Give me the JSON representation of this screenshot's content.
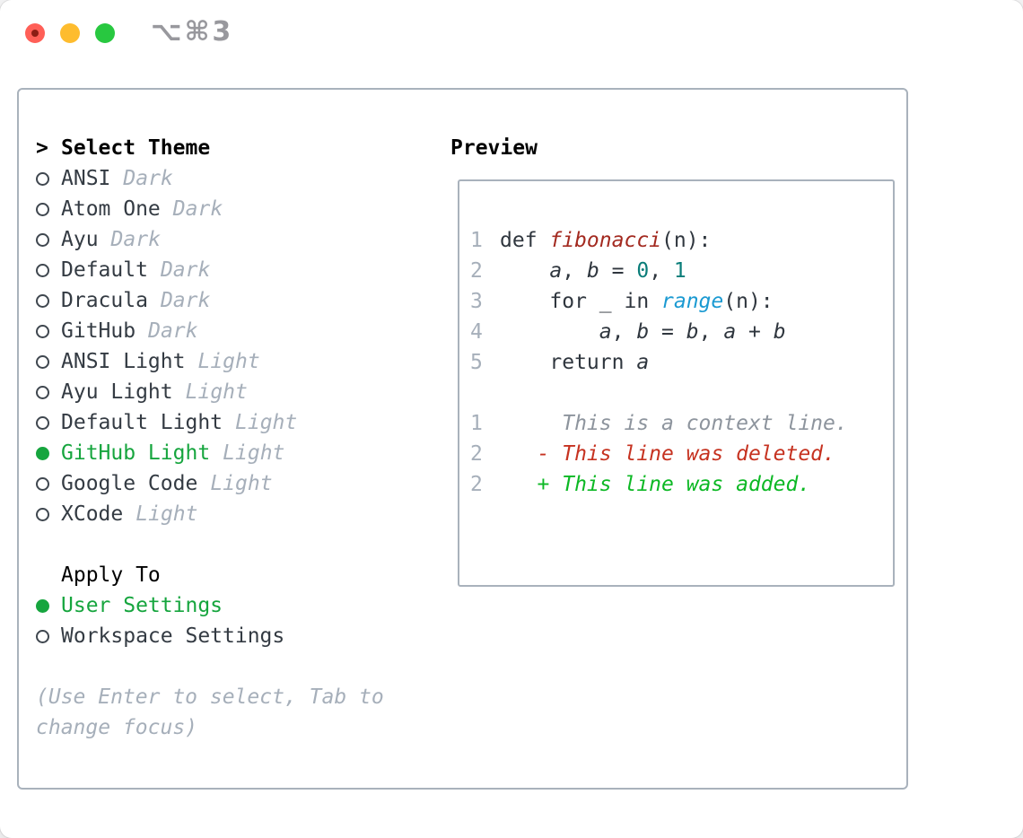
{
  "window": {
    "title": "⌥⌘3"
  },
  "theme_panel": {
    "header": {
      "prompt": ">",
      "label": "Select Theme"
    },
    "themes": [
      {
        "name": "ANSI",
        "variant": "Dark",
        "selected": false
      },
      {
        "name": "Atom One",
        "variant": "Dark",
        "selected": false
      },
      {
        "name": "Ayu",
        "variant": "Dark",
        "selected": false
      },
      {
        "name": "Default",
        "variant": "Dark",
        "selected": false
      },
      {
        "name": "Dracula",
        "variant": "Dark",
        "selected": false
      },
      {
        "name": "GitHub",
        "variant": "Dark",
        "selected": false
      },
      {
        "name": "ANSI Light",
        "variant": "Light",
        "selected": false
      },
      {
        "name": "Ayu Light",
        "variant": "Light",
        "selected": false
      },
      {
        "name": "Default Light",
        "variant": "Light",
        "selected": false
      },
      {
        "name": "GitHub Light",
        "variant": "Light",
        "selected": true
      },
      {
        "name": "Google Code",
        "variant": "Light",
        "selected": false
      },
      {
        "name": "XCode",
        "variant": "Light",
        "selected": false
      }
    ],
    "apply_to": {
      "label": "Apply To",
      "options": [
        {
          "name": "User Settings",
          "selected": true
        },
        {
          "name": "Workspace Settings",
          "selected": false
        }
      ]
    },
    "help": "(Use Enter to select, Tab to change focus)"
  },
  "preview": {
    "label": "Preview",
    "lines": [
      {
        "num": "1",
        "kind": "code",
        "spans": [
          {
            "t": "def ",
            "s": "code"
          },
          {
            "t": "fibonacci",
            "s": "func",
            "i": true
          },
          {
            "t": "(n):",
            "s": "code"
          }
        ]
      },
      {
        "num": "2",
        "kind": "code",
        "spans": [
          {
            "t": "    ",
            "s": "code"
          },
          {
            "t": "a",
            "s": "code",
            "i": true
          },
          {
            "t": ", ",
            "s": "code"
          },
          {
            "t": "b",
            "s": "code",
            "i": true
          },
          {
            "t": " = ",
            "s": "code"
          },
          {
            "t": "0",
            "s": "num"
          },
          {
            "t": ", ",
            "s": "code"
          },
          {
            "t": "1",
            "s": "num"
          }
        ]
      },
      {
        "num": "3",
        "kind": "code",
        "spans": [
          {
            "t": "    for _ in ",
            "s": "code"
          },
          {
            "t": "range",
            "s": "call",
            "i": true
          },
          {
            "t": "(n):",
            "s": "code"
          }
        ]
      },
      {
        "num": "4",
        "kind": "code",
        "spans": [
          {
            "t": "        ",
            "s": "code"
          },
          {
            "t": "a",
            "s": "code",
            "i": true
          },
          {
            "t": ", ",
            "s": "code"
          },
          {
            "t": "b",
            "s": "code",
            "i": true
          },
          {
            "t": " = ",
            "s": "code"
          },
          {
            "t": "b",
            "s": "code",
            "i": true
          },
          {
            "t": ", ",
            "s": "code"
          },
          {
            "t": "a",
            "s": "code",
            "i": true
          },
          {
            "t": " + ",
            "s": "code"
          },
          {
            "t": "b",
            "s": "code",
            "i": true
          }
        ]
      },
      {
        "num": "5",
        "kind": "code",
        "spans": [
          {
            "t": "    return ",
            "s": "code"
          },
          {
            "t": "a",
            "s": "code",
            "i": true
          }
        ]
      },
      {
        "num": "",
        "kind": "blank",
        "spans": []
      },
      {
        "num": "1",
        "kind": "context",
        "spans": [
          {
            "t": "     This is a context line.",
            "s": "ctx",
            "i": true
          }
        ]
      },
      {
        "num": "2",
        "kind": "deleted",
        "spans": [
          {
            "t": "   - This line was deleted.",
            "s": "del",
            "i": true
          }
        ]
      },
      {
        "num": "2",
        "kind": "added",
        "spans": [
          {
            "t": "   + This line was added.",
            "s": "add",
            "i": true
          }
        ]
      }
    ]
  },
  "colors": {
    "accent_green": "#16a53e",
    "added_green": "#0cb824",
    "deleted_red": "#c63220",
    "function_red": "#a32a20",
    "number_teal": "#0a7d79",
    "call_blue": "#1b9ad2",
    "context_gray": "#8d949d",
    "muted_gray": "#a6afba",
    "text_dark": "#343b43",
    "code_dark": "#2f363e",
    "border_gray": "#a9b2bc",
    "traffic_red": "#ff5f57",
    "traffic_yellow": "#febc2e",
    "traffic_green": "#28c840"
  }
}
